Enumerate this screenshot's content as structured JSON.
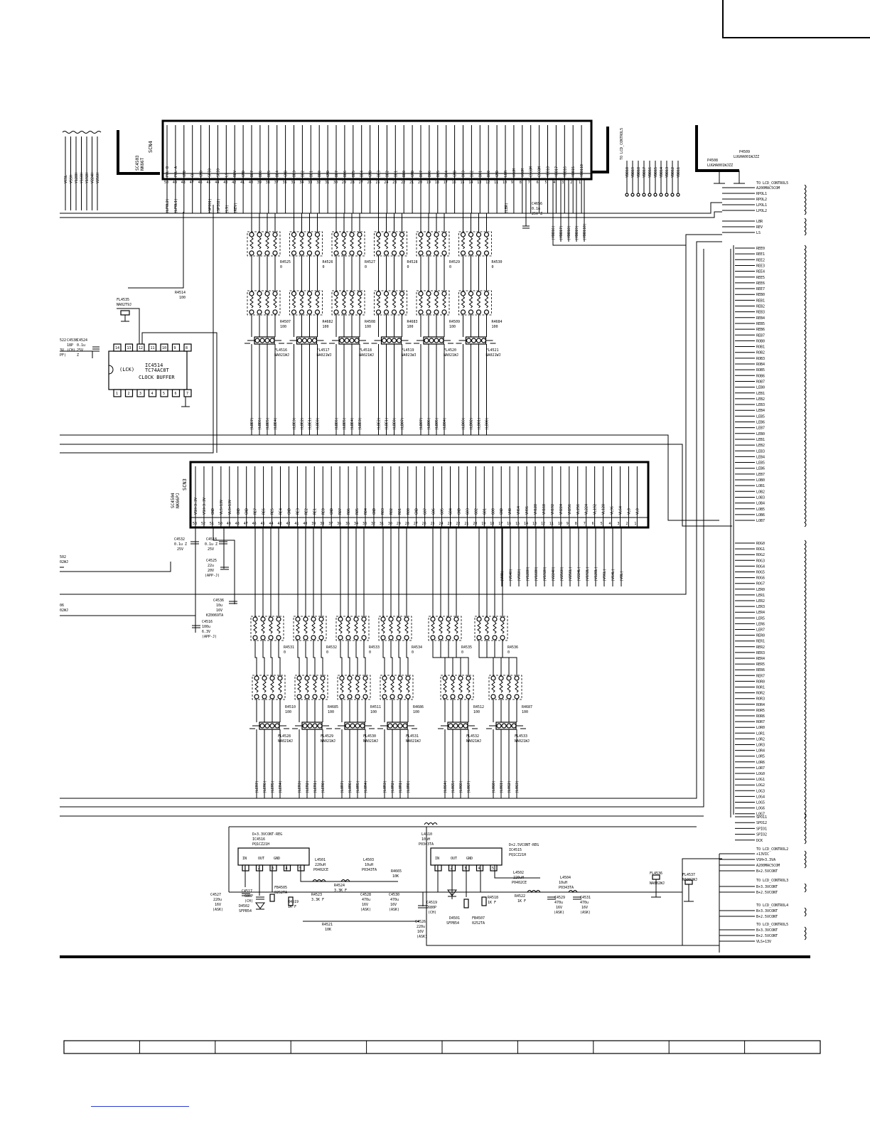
{
  "connector_top": {
    "ref": "SC4503",
    "part": "NK66T",
    "name": "SCN4",
    "pins": [
      {
        "no": "50",
        "sig": "POL B"
      },
      {
        "no": "49",
        "sig": "POL A"
      },
      {
        "no": "48",
        "sig": "GND"
      },
      {
        "no": "47",
        "sig": "CK"
      },
      {
        "no": "46",
        "sig": "GND"
      },
      {
        "no": "45",
        "sig": "SPIO"
      },
      {
        "no": "44",
        "sig": "SPIO"
      },
      {
        "no": "43",
        "sig": "LS"
      },
      {
        "no": "42",
        "sig": "REV"
      },
      {
        "no": "41",
        "sig": "GND"
      },
      {
        "no": "40",
        "sig": "BE7"
      },
      {
        "no": "39",
        "sig": "BE6"
      },
      {
        "no": "38",
        "sig": "BE5"
      },
      {
        "no": "37",
        "sig": "BE4"
      },
      {
        "no": "36",
        "sig": "GND"
      },
      {
        "no": "35",
        "sig": "BE3"
      },
      {
        "no": "34",
        "sig": "BE2"
      },
      {
        "no": "33",
        "sig": "BE1"
      },
      {
        "no": "32",
        "sig": "BE0"
      },
      {
        "no": "31",
        "sig": "GND"
      },
      {
        "no": "30",
        "sig": "BE7"
      },
      {
        "no": "29",
        "sig": "BE6"
      },
      {
        "no": "28",
        "sig": "BE5"
      },
      {
        "no": "27",
        "sig": "BE4"
      },
      {
        "no": "26",
        "sig": "GND"
      },
      {
        "no": "25",
        "sig": "BE3"
      },
      {
        "no": "24",
        "sig": "BE2"
      },
      {
        "no": "23",
        "sig": "BE1"
      },
      {
        "no": "22",
        "sig": "BE0"
      },
      {
        "no": "21",
        "sig": "GND"
      },
      {
        "no": "20",
        "sig": "BO7"
      },
      {
        "no": "19",
        "sig": "BO6"
      },
      {
        "no": "18",
        "sig": "BO5"
      },
      {
        "no": "17",
        "sig": "BO4"
      },
      {
        "no": "16",
        "sig": "GND"
      },
      {
        "no": "15",
        "sig": "BO3"
      },
      {
        "no": "14",
        "sig": "BO2"
      },
      {
        "no": "13",
        "sig": "BO1"
      },
      {
        "no": "12",
        "sig": "BO0"
      },
      {
        "no": "11",
        "sig": "GND"
      },
      {
        "no": "10",
        "sig": "LBR"
      },
      {
        "no": "9",
        "sig": "VCOM"
      },
      {
        "no": "8",
        "sig": "VCOM"
      },
      {
        "no": "7",
        "sig": "CSCOM"
      },
      {
        "no": "6",
        "sig": "CSCOM"
      },
      {
        "no": "5",
        "sig": "YDB18"
      },
      {
        "no": "4",
        "sig": "YDB17"
      },
      {
        "no": "3",
        "sig": "YDB16"
      },
      {
        "no": "2",
        "sig": "YDB15"
      },
      {
        "no": "1",
        "sig": "YDB110"
      }
    ]
  },
  "connector_bottom": {
    "ref": "SC4504",
    "part": "NK66PJ",
    "name": "SCN3",
    "pins": [
      {
        "no": "53",
        "sig": "VSH+3.3V"
      },
      {
        "no": "52",
        "sig": "VSH+3.3V"
      },
      {
        "no": "51",
        "sig": "GND"
      },
      {
        "no": "50",
        "sig": "VLS+13V"
      },
      {
        "no": "49",
        "sig": "VLS+13V"
      },
      {
        "no": "48",
        "sig": "GND"
      },
      {
        "no": "47",
        "sig": "GND"
      },
      {
        "no": "46",
        "sig": "RE7"
      },
      {
        "no": "45",
        "sig": "RE6"
      },
      {
        "no": "44",
        "sig": "RE5"
      },
      {
        "no": "43",
        "sig": "RE4"
      },
      {
        "no": "42",
        "sig": "GND"
      },
      {
        "no": "41",
        "sig": "RE3"
      },
      {
        "no": "40",
        "sig": "RE2"
      },
      {
        "no": "39",
        "sig": "RE1"
      },
      {
        "no": "38",
        "sig": "RE0"
      },
      {
        "no": "37",
        "sig": "GND"
      },
      {
        "no": "36",
        "sig": "RO7"
      },
      {
        "no": "35",
        "sig": "RO6"
      },
      {
        "no": "34",
        "sig": "RO5"
      },
      {
        "no": "33",
        "sig": "RO4"
      },
      {
        "no": "32",
        "sig": "GND"
      },
      {
        "no": "31",
        "sig": "RO3"
      },
      {
        "no": "30",
        "sig": "RO2"
      },
      {
        "no": "29",
        "sig": "RO1"
      },
      {
        "no": "28",
        "sig": "RO0"
      },
      {
        "no": "27",
        "sig": "GND"
      },
      {
        "no": "26",
        "sig": "GO7"
      },
      {
        "no": "25",
        "sig": "GO6"
      },
      {
        "no": "24",
        "sig": "GO5"
      },
      {
        "no": "23",
        "sig": "GO4"
      },
      {
        "no": "22",
        "sig": "GND"
      },
      {
        "no": "21",
        "sig": "GO3"
      },
      {
        "no": "20",
        "sig": "GO2"
      },
      {
        "no": "19",
        "sig": "GO1"
      },
      {
        "no": "18",
        "sig": "GO0"
      },
      {
        "no": "17",
        "sig": "GND"
      },
      {
        "no": "16",
        "sig": "VH0"
      },
      {
        "no": "15",
        "sig": "VH64"
      },
      {
        "no": "14",
        "sig": "VH96"
      },
      {
        "no": "13",
        "sig": "VH128"
      },
      {
        "no": "12",
        "sig": "VH160"
      },
      {
        "no": "11",
        "sig": "VH192"
      },
      {
        "no": "10",
        "sig": "VH224"
      },
      {
        "no": "9",
        "sig": "VH256"
      },
      {
        "no": "8",
        "sig": "VL256"
      },
      {
        "no": "7",
        "sig": "VL224"
      },
      {
        "no": "6",
        "sig": "VL192"
      },
      {
        "no": "5",
        "sig": "VL128"
      },
      {
        "no": "4",
        "sig": "VL96"
      },
      {
        "no": "3",
        "sig": "VL64"
      },
      {
        "no": "2",
        "sig": "VL0"
      },
      {
        "no": "1",
        "sig": "VL0"
      }
    ]
  },
  "top_left_labels": [
    "VCSL",
    "VSSH",
    "Y128H",
    "Y160H",
    "Y192H",
    "V224H",
    "V256H"
  ],
  "top_vert_labels": [
    "(LPOL2)",
    "(LPOL1)",
    "(SPIO1)",
    "(SPIO2)",
    "(LS)",
    "(REV)",
    "(LBR)"
  ],
  "ydb_vert_labels": [
    "(YDB16)",
    "(YDB17)",
    "(YDB18)",
    "(YDB19)",
    "(YDB110)"
  ],
  "top_packs": {
    "upper": [
      {
        "ref": "R4525",
        "val": "0"
      },
      {
        "ref": "R4526",
        "val": "0"
      },
      {
        "ref": "R4527",
        "val": "0"
      },
      {
        "ref": "R4528",
        "val": "0"
      },
      {
        "ref": "R4529",
        "val": "0"
      },
      {
        "ref": "R4530",
        "val": "0"
      }
    ],
    "lower": [
      {
        "ref": "R4507",
        "val": "100"
      },
      {
        "ref": "R4682",
        "val": "100"
      },
      {
        "ref": "R4508",
        "val": "100"
      },
      {
        "ref": "R4683",
        "val": "100"
      },
      {
        "ref": "R4509",
        "val": "100"
      },
      {
        "ref": "R4684",
        "val": "100"
      }
    ],
    "filters": [
      {
        "ref": "FL4516",
        "val": "NA021WJ"
      },
      {
        "ref": "FL4517",
        "val": "NA021WJ"
      },
      {
        "ref": "FL4518",
        "val": "NA021WJ"
      },
      {
        "ref": "FL4519",
        "val": "NA021WJ"
      },
      {
        "ref": "FL4520",
        "val": "NA021WJ"
      },
      {
        "ref": "FL4521",
        "val": "NA021WJ"
      }
    ],
    "nets": [
      [
        "(LBE7)",
        "(LBE6)",
        "(LBE5)",
        "(LBE4)"
      ],
      [
        "(LBE3)",
        "(LBE2)",
        "(LBE1)",
        "(LBE0)"
      ],
      [
        "(LBE6)",
        "(LBE5)",
        "(LBE4)",
        "(LBE3)"
      ],
      [
        "(LBE2)",
        "(LBE1)",
        "(LBE0)",
        "(LBO7)"
      ],
      [
        "(LBO7)",
        "(LBO6)",
        "(LBO5)",
        "(LBO4)"
      ],
      [
        "(LBO3)",
        "(LBO2)",
        "(LBO1)",
        "(LBO0)"
      ]
    ]
  },
  "bottom_packs": {
    "upper": [
      {
        "ref": "R4531",
        "val": "0"
      },
      {
        "ref": "R4532",
        "val": "0"
      },
      {
        "ref": "R4533",
        "val": "0"
      },
      {
        "ref": "R4534",
        "val": "0"
      },
      {
        "ref": "R4535",
        "val": "0"
      },
      {
        "ref": "R4536",
        "val": "0"
      }
    ],
    "lower": [
      {
        "ref": "R4510",
        "val": "100"
      },
      {
        "ref": "R4685",
        "val": "100"
      },
      {
        "ref": "R4511",
        "val": "100"
      },
      {
        "ref": "R4686",
        "val": "100"
      },
      {
        "ref": "R4512",
        "val": "100"
      },
      {
        "ref": "R4687",
        "val": "100"
      }
    ],
    "filters": [
      {
        "ref": "FL4528",
        "val": "NA021WJ"
      },
      {
        "ref": "FL4529",
        "val": "NA021WJ"
      },
      {
        "ref": "FL4530",
        "val": "NA021WJ"
      },
      {
        "ref": "FL4531",
        "val": "NA021WJ"
      },
      {
        "ref": "FL4532",
        "val": "NA021WJ"
      },
      {
        "ref": "FL4533",
        "val": "NA021WJ"
      }
    ],
    "nets": [
      [
        "(LER7)",
        "(LER6)",
        "(LER5)",
        "(LER4)"
      ],
      [
        "(LER3)",
        "(LER2)",
        "(LER1)",
        "(LER0)"
      ],
      [
        "(LOR7)",
        "(LOR6)",
        "(LOR5)",
        "(LOR4)"
      ],
      [
        "(LOR3)",
        "(LOR2)",
        "(LOR1)",
        "(LOR0)"
      ],
      [
        "(LOG4)",
        "(LOG5)",
        "(LOG6)",
        "(LOG7)"
      ],
      [
        "(LOG0)",
        "(LOG1)",
        "(LOG2)",
        "(LOG3)"
      ]
    ]
  },
  "vh_vert_labels": [
    "(VH0)",
    "(V64H)",
    "(V96H)",
    "(V128H)",
    "(V160H)",
    "(V192H)",
    "(V224H)",
    "(V256H)",
    "(V256L)",
    "(V224L)",
    "(V192L)",
    "(V128L)",
    "(V96L)",
    "(V64L)",
    "(VOL)"
  ],
  "clock_buffer": {
    "ref": "IC4514",
    "tag": "(LCK)",
    "part": "TC74AC8T",
    "name": "CLOCK BUFFER",
    "top_pins": [
      "14",
      "13",
      "12",
      "11",
      "10",
      "9",
      "8"
    ],
    "bottom_pins": [
      "1",
      "2",
      "3",
      "4",
      "5",
      "6",
      "7"
    ]
  },
  "misc": {
    "fl4535": "FL4535",
    "fl4535_val": "NA02T9J",
    "r4514": "R4514",
    "r4514_val": "100",
    "c4524": "C4524",
    "c4524_val": "0.1u",
    "c4524_v": "25V",
    "c4524_t": "Z",
    "c4538": "C4538",
    "c4538_val": "18P",
    "c4538_t": "(CH)",
    "c4522_a": "522",
    "c4522_b": "3V",
    "c4522_c": "PF)",
    "c4656": "C4656",
    "c4656_val": "0.1u",
    "c4656_v": "25V Z",
    "top_lcd": "TO LCD_CONTROL5",
    "p4508": "P4508",
    "p4508_val": "LUGHA001WJZZ",
    "p4509": "P4509",
    "p4509_val": "LUGHA001WJZZ",
    "ydb_cols": [
      "YDB10",
      "YDB19",
      "YDB18",
      "YDB17",
      "YDB16",
      "YDB15",
      "YDB14",
      "YDB13",
      "YDB12",
      "YDB11"
    ],
    "c4532": "C4532",
    "c4532_val": "0.1u Z",
    "c4532_v": "25V",
    "c4518": "C4518",
    "c4518_val": "0.1u Z",
    "c4518_v": "25V",
    "c4525": "C4525",
    "c4525_val": "22u",
    "c4525_v": "20V",
    "c4525_t": "(APP-J)",
    "c4536": "C4536",
    "c4536_val": "10u",
    "c4536_v": "16V",
    "c4536_t": "KZ0069TA",
    "c4516": "C4516",
    "c4516_val": "100u",
    "c4516_v": "6.3V",
    "c4516_t": "(APP-J)",
    "p502": "502",
    "p502_b": "02WJ",
    "p506": "06",
    "p506_b": "02WJ"
  },
  "right_bus": {
    "title": "TO LCD_CONTROL5",
    "groups": [
      [
        "A200MAC5COM",
        "RPOL1",
        "RPOL2",
        "LPOL1",
        "LPOL2"
      ],
      [
        "LBR",
        "REV",
        "LS"
      ],
      [
        "REE0",
        "REE1",
        "REE2",
        "REE3",
        "REE4",
        "REE5",
        "REE6",
        "REE7",
        "REB0",
        "REB1",
        "REB2",
        "REB3",
        "REB4",
        "REB5",
        "REB6",
        "REB7",
        "ROB0",
        "ROB1",
        "ROB2",
        "ROB3",
        "ROB4",
        "ROB5",
        "ROB6",
        "ROB7",
        "LEB0",
        "LEB1",
        "LEB2",
        "LEB3",
        "LEB4",
        "LEB5",
        "LEB6",
        "LEB7",
        "LEB0",
        "LEB1",
        "LEB2",
        "LEB3",
        "LEB4",
        "LEB5",
        "LEB6",
        "LEB7",
        "LOB0",
        "LOB1",
        "LOB2",
        "LOB3",
        "LOB4",
        "LOB5",
        "LOB6",
        "LOB7"
      ],
      [
        "ROG0",
        "ROG1",
        "ROG2",
        "ROG3",
        "ROG4",
        "ROG5",
        "ROG6",
        "ROG7",
        "LER0",
        "LER1",
        "LER2",
        "LER3",
        "LER4",
        "LER5",
        "LER6",
        "LER7",
        "RER0",
        "RER1",
        "RER2",
        "RER3",
        "RER4",
        "RER5",
        "RER6",
        "RER7",
        "ROR0",
        "ROR1",
        "ROR2",
        "ROR3",
        "ROR4",
        "ROR5",
        "ROR6",
        "ROR7",
        "LOR0",
        "LOR1",
        "LOR2",
        "LOR3",
        "LOR4",
        "LOR5",
        "LOR6",
        "LOR7",
        "LOG0",
        "LOG1",
        "LOG2",
        "LOG3",
        "LOG4",
        "LOG5",
        "LOG6",
        "LOG7"
      ],
      [
        "SPO11",
        "SPO12",
        "SPIO1",
        "SPIO2",
        "DCK"
      ]
    ],
    "lcd2": "TO LCD_CONTROL2",
    "lcd2_items": [
      "+13VIC",
      "VSH+3.3VA",
      "A200MAC5COM",
      "B+2.5VCONT"
    ],
    "fl4536": "FL4536",
    "fl4536_val": "NA002WJ",
    "fl4537": "FL4537",
    "fl4537_val": "NA002WJ",
    "lcd3": "TO LCD_CONTROL3",
    "lcd3_items": [
      "B+3.3VCONT",
      "B+2.5VCONT"
    ],
    "lcd4": "TO LCD_CONTROL4",
    "lcd4_items": [
      "B+3.3VCONT",
      "B+2.5VCONT"
    ],
    "lcd5": "TO LCD_CONTROL5",
    "lcd5_items": [
      "B+3.3VCONT",
      "B+2.5VCONT",
      "VLS+13V"
    ]
  },
  "regulator1": {
    "title": "D+3.3VCONT-REG",
    "ref": "IC4516",
    "part": "PQ1CZ21H",
    "pins": [
      "IN",
      "OUT",
      "GND"
    ],
    "nums": [
      "1",
      "2",
      "3",
      "4",
      "5"
    ],
    "c4527": "C4527",
    "c4527_val": "220u",
    "c4527_v": "16V",
    "c4527_t": "(ASK)",
    "c4517": "C4517",
    "c4517_val": "680P",
    "c4517_t": "(CH)",
    "d4502": "D4502",
    "d4502_val": "SFPB54",
    "fb4505": "FB4505",
    "fb4505_val": "0252TA",
    "r4519": "R4519",
    "r4519_val": "1K F",
    "l4501": "L4501",
    "l4501_val": "220uH",
    "l4501_t": "P0402CE",
    "r4524": "R4524",
    "r4524_val": "3.3K F",
    "r4523": "R4523",
    "r4523_val": "3.3K F",
    "l4503": "L4503",
    "l4503_val": "10uH",
    "l4503_t": "P0343TA",
    "c4528": "C4528",
    "c4528_val": "470u",
    "c4528_v": "16V",
    "c4528_t": "(ASK)",
    "c4530": "C4530",
    "c4530_val": "470u",
    "c4530_v": "16V",
    "c4530_t": "(ASK)",
    "r4521": "R4521",
    "r4521_val": "10K",
    "r4665": "R4665",
    "r4665_val": "10K"
  },
  "regulator2": {
    "title": "D+2.5VCONT-REG",
    "ref": "IC4515",
    "part": "PQ1CZ21H",
    "pins": [
      "IN",
      "OUT",
      "GND"
    ],
    "nums": [
      "1",
      "2",
      "3",
      "4",
      "5"
    ],
    "l4510": "L4510",
    "l4510_val": "10uH",
    "l4510_t": "P0343TA",
    "c4519": "C4519",
    "c4519_val": "680P",
    "c4519_t": "(CH)",
    "c4526": "C4526",
    "c4526_val": "220u",
    "c4526_v": "16V",
    "c4526_t": "(ASK)",
    "d4501": "D4501",
    "d4501_val": "SFPB54",
    "fb4507": "FB4507",
    "fb4507_val": "0252TA",
    "r4518": "R4518",
    "r4518_val": "1K F",
    "l4502": "L4502",
    "l4502_val": "220uH",
    "l4502_t": "P0402CE",
    "r4522": "R4522",
    "r4522_val": "1K F",
    "l4504": "L4504",
    "l4504_val": "10uH",
    "l4504_t": "P0343TA",
    "c4529": "C4529",
    "c4529_val": "470u",
    "c4529_v": "16V",
    "c4529_t": "(ASK)",
    "c4531": "C4531",
    "c4531_val": "470u",
    "c4531_v": "16V",
    "c4531_t": "(ASK)"
  },
  "grid_columns": [
    "",
    "",
    "",
    "",
    "",
    "",
    "",
    "",
    "",
    ""
  ]
}
